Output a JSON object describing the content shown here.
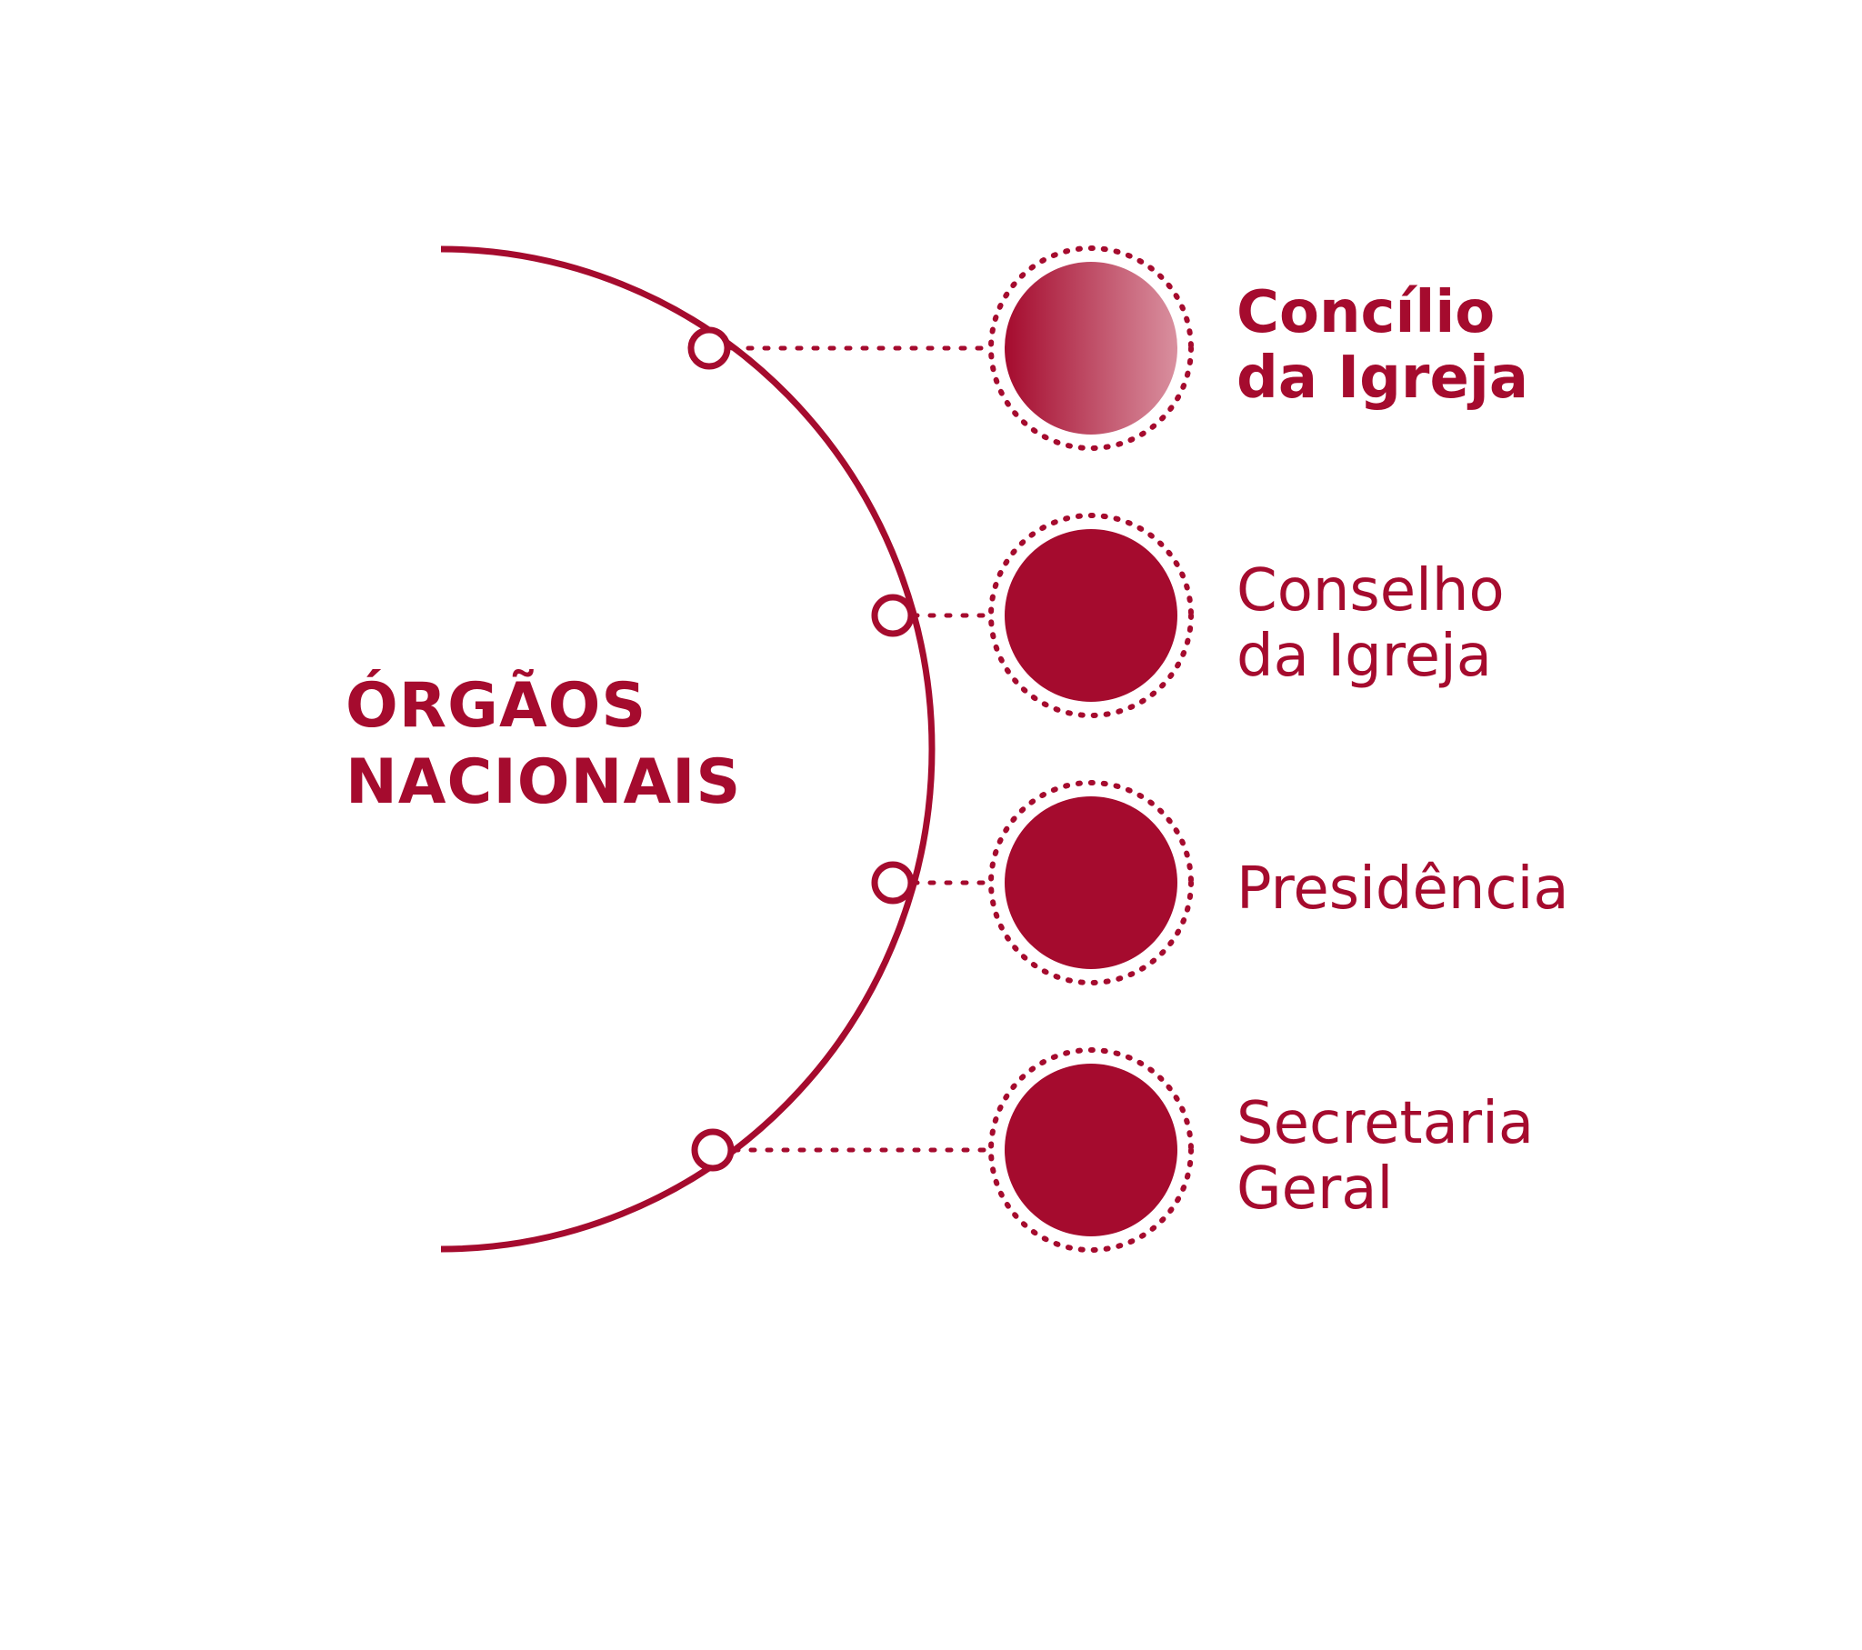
{
  "hub": {
    "title_line1": "ÓRGÃOS",
    "title_line2": "NACIONAIS"
  },
  "nodes": [
    {
      "line1": "Concílio",
      "line2": "da Igreja",
      "active": true
    },
    {
      "line1": "Conselho",
      "line2": "da Igreja",
      "active": false
    },
    {
      "line1": "Presidência",
      "line2": "",
      "active": false
    },
    {
      "line1": "Secretaria",
      "line2": "Geral",
      "active": false
    }
  ],
  "colors": {
    "primary": "#a50b2e",
    "highlight_start": "#a50b2e",
    "highlight_end": "#d9909f",
    "background": "#ffffff"
  }
}
